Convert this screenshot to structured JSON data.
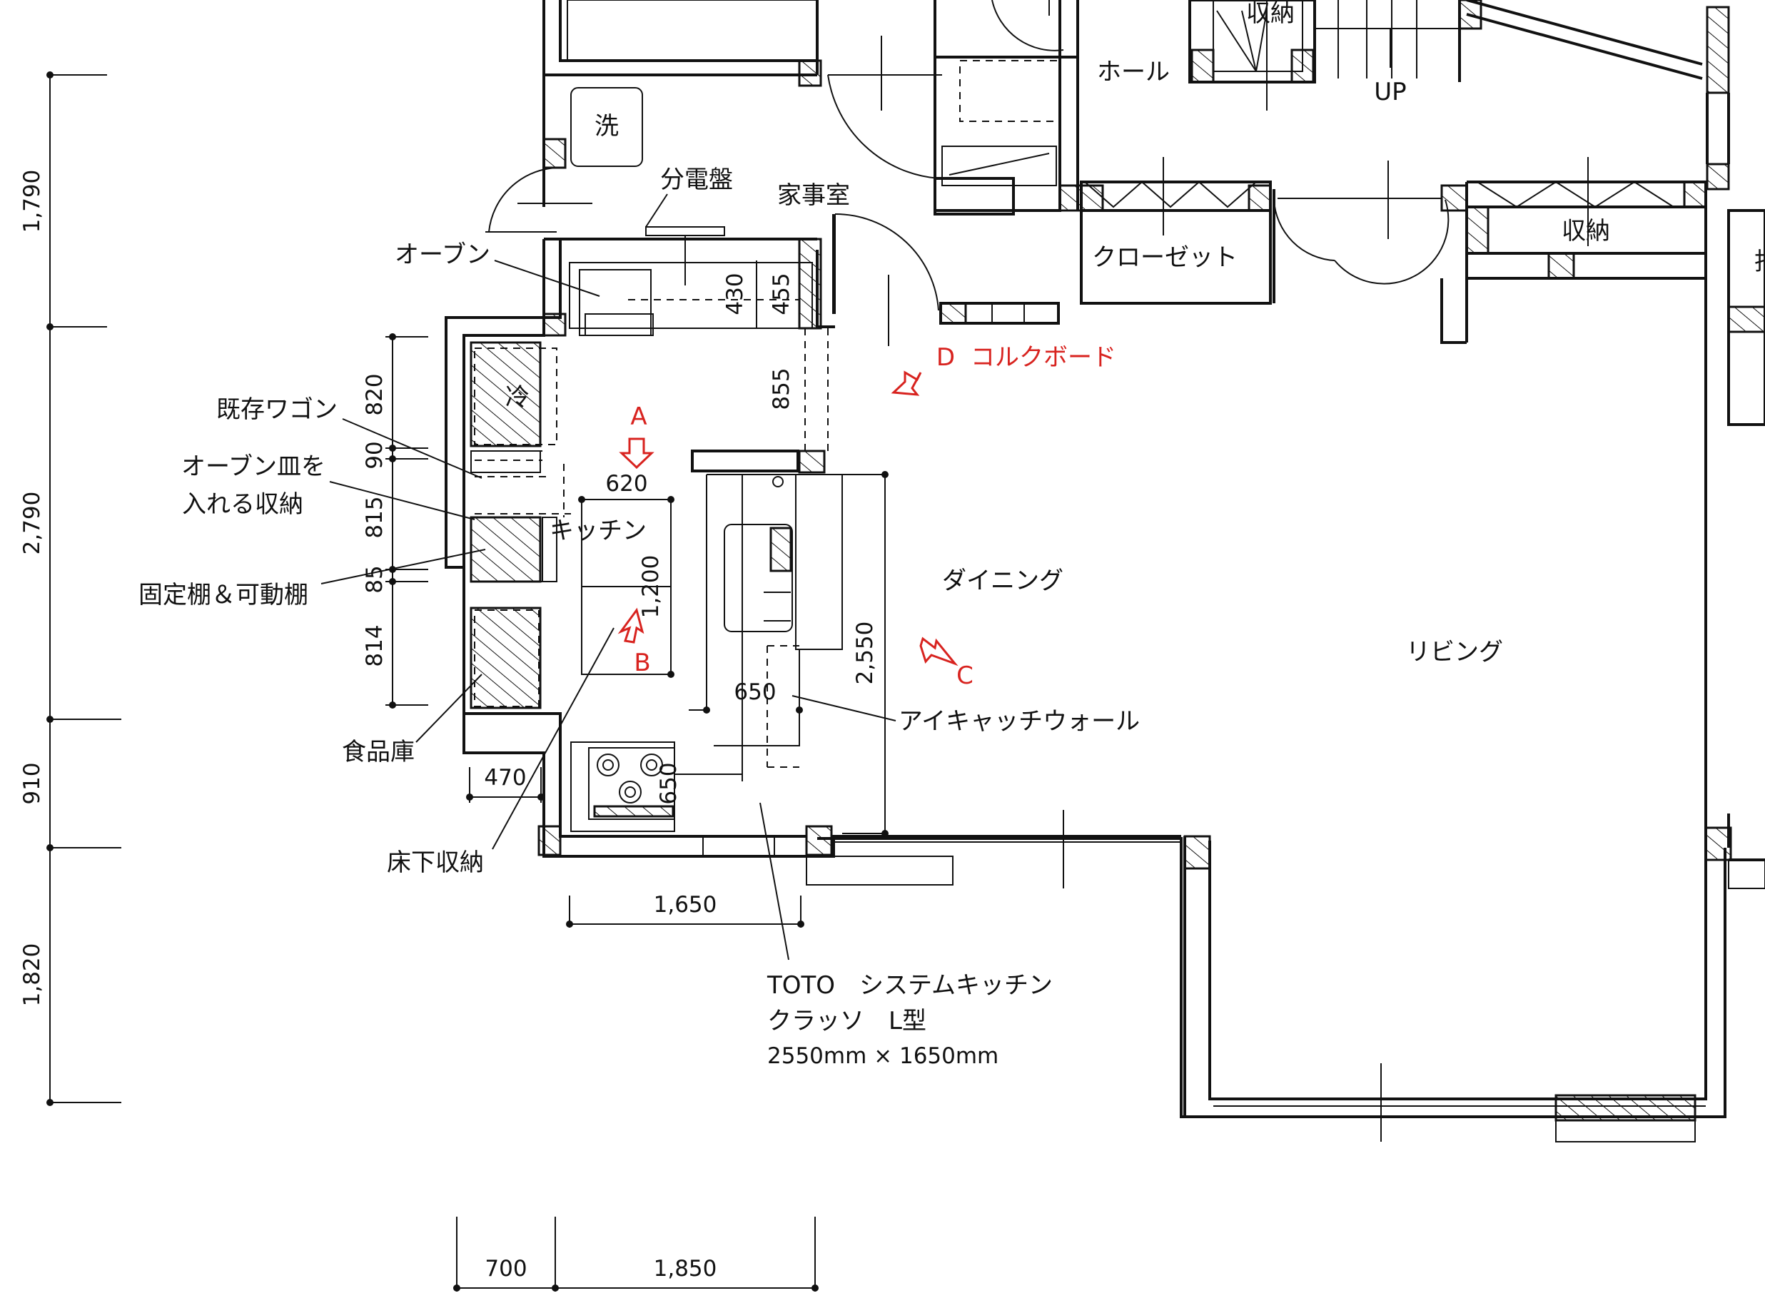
{
  "rooms": {
    "wash": "洗",
    "storage_top": "収納",
    "hall": "ホール",
    "up": "UP",
    "panel": "分電盤",
    "utility": "家事室",
    "closet": "クローゼット",
    "storage_right": "収納",
    "kitchen": "キッチン",
    "fridge": "冷",
    "dining": "ダイニング",
    "living": "リビング"
  },
  "labels": {
    "oven": "オーブン",
    "wagon": "既存ワゴン",
    "tray_storage_1": "オーブン皿を",
    "tray_storage_2": "入れる収納",
    "shelves": "固定棚＆可動棚",
    "pantry": "食品庫",
    "underfloor": "床下収納",
    "eye_catch": "アイキャッチウォール",
    "product_1": "TOTO　システムキッチン",
    "product_2": "クラッソ　L型",
    "product_3": "2550mm × 1650mm"
  },
  "markers": {
    "a": "A",
    "b": "B",
    "c": "C",
    "d": "D",
    "d_label": "コルクボード"
  },
  "dims": {
    "left_1790": "1,790",
    "left_2790": "2,790",
    "left_910": "910",
    "left_1820": "1,820",
    "d820": "820",
    "d90": "90",
    "d815": "815",
    "d85": "85",
    "d814": "814",
    "d430": "430",
    "d455": "455",
    "d855": "855",
    "d620": "620",
    "d1200": "1,200",
    "d650a": "650",
    "d650b": "650",
    "d2550": "2,550",
    "d470": "470",
    "d1650": "1,650",
    "d700": "700",
    "d1850": "1,850"
  }
}
